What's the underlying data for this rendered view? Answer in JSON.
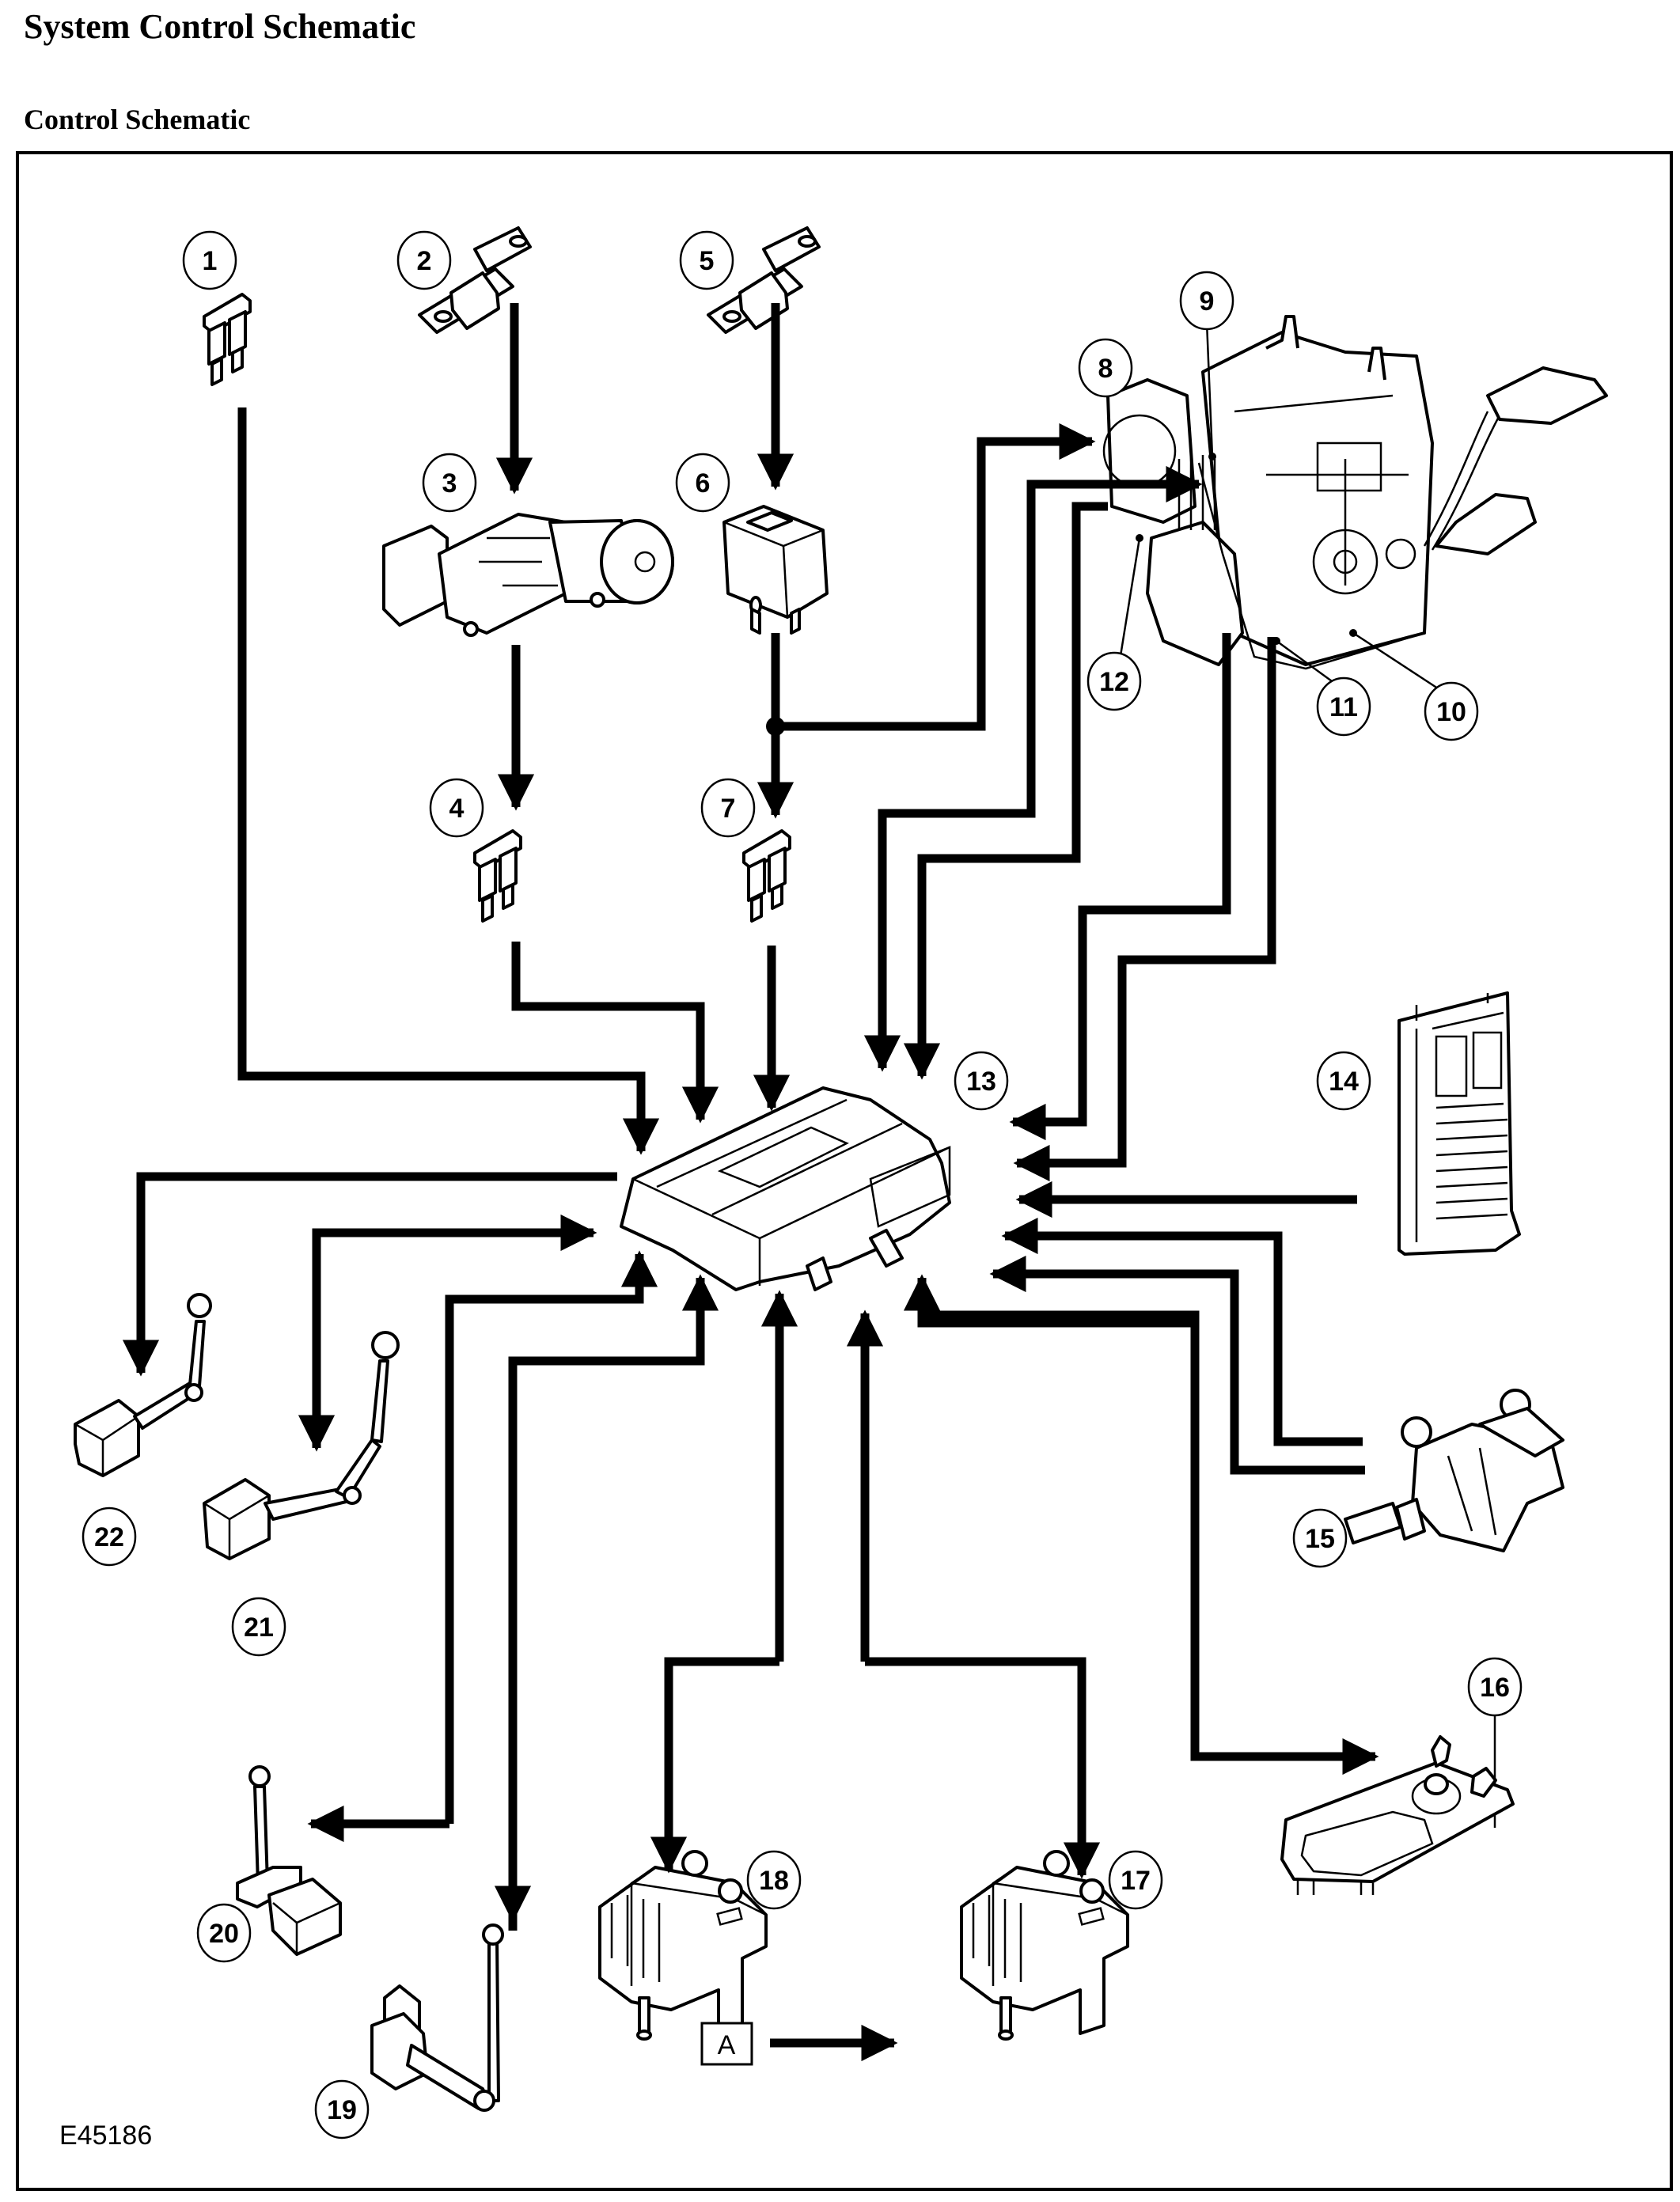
{
  "page": {
    "title": "System Control Schematic",
    "subtitle": "Control Schematic"
  },
  "figure": {
    "figure_id": "E45186",
    "view_key_label": "A",
    "center_module_callout": "13"
  },
  "callouts": [
    {
      "number": "1",
      "component": "fuse-mini"
    },
    {
      "number": "2",
      "component": "fuse-megafuse"
    },
    {
      "number": "3",
      "component": "ignition-switch"
    },
    {
      "number": "4",
      "component": "fuse-mini"
    },
    {
      "number": "5",
      "component": "fuse-megafuse"
    },
    {
      "number": "6",
      "component": "relay"
    },
    {
      "number": "7",
      "component": "fuse-mini"
    },
    {
      "number": "8",
      "component": "compressor-motor"
    },
    {
      "number": "9",
      "component": "compressor-sensor"
    },
    {
      "number": "10",
      "component": "air-supply-unit"
    },
    {
      "number": "11",
      "component": "exhaust-valve"
    },
    {
      "number": "12",
      "component": "temperature-sensor"
    },
    {
      "number": "13",
      "component": "control-module"
    },
    {
      "number": "14",
      "component": "fuse-box"
    },
    {
      "number": "15",
      "component": "reservoir-valve-block"
    },
    {
      "number": "16",
      "component": "switch-panel"
    },
    {
      "number": "17",
      "component": "valve-block-rear"
    },
    {
      "number": "18",
      "component": "valve-block-front"
    },
    {
      "number": "19",
      "component": "height-sensor"
    },
    {
      "number": "20",
      "component": "height-sensor"
    },
    {
      "number": "21",
      "component": "height-sensor"
    },
    {
      "number": "22",
      "component": "height-sensor"
    }
  ]
}
